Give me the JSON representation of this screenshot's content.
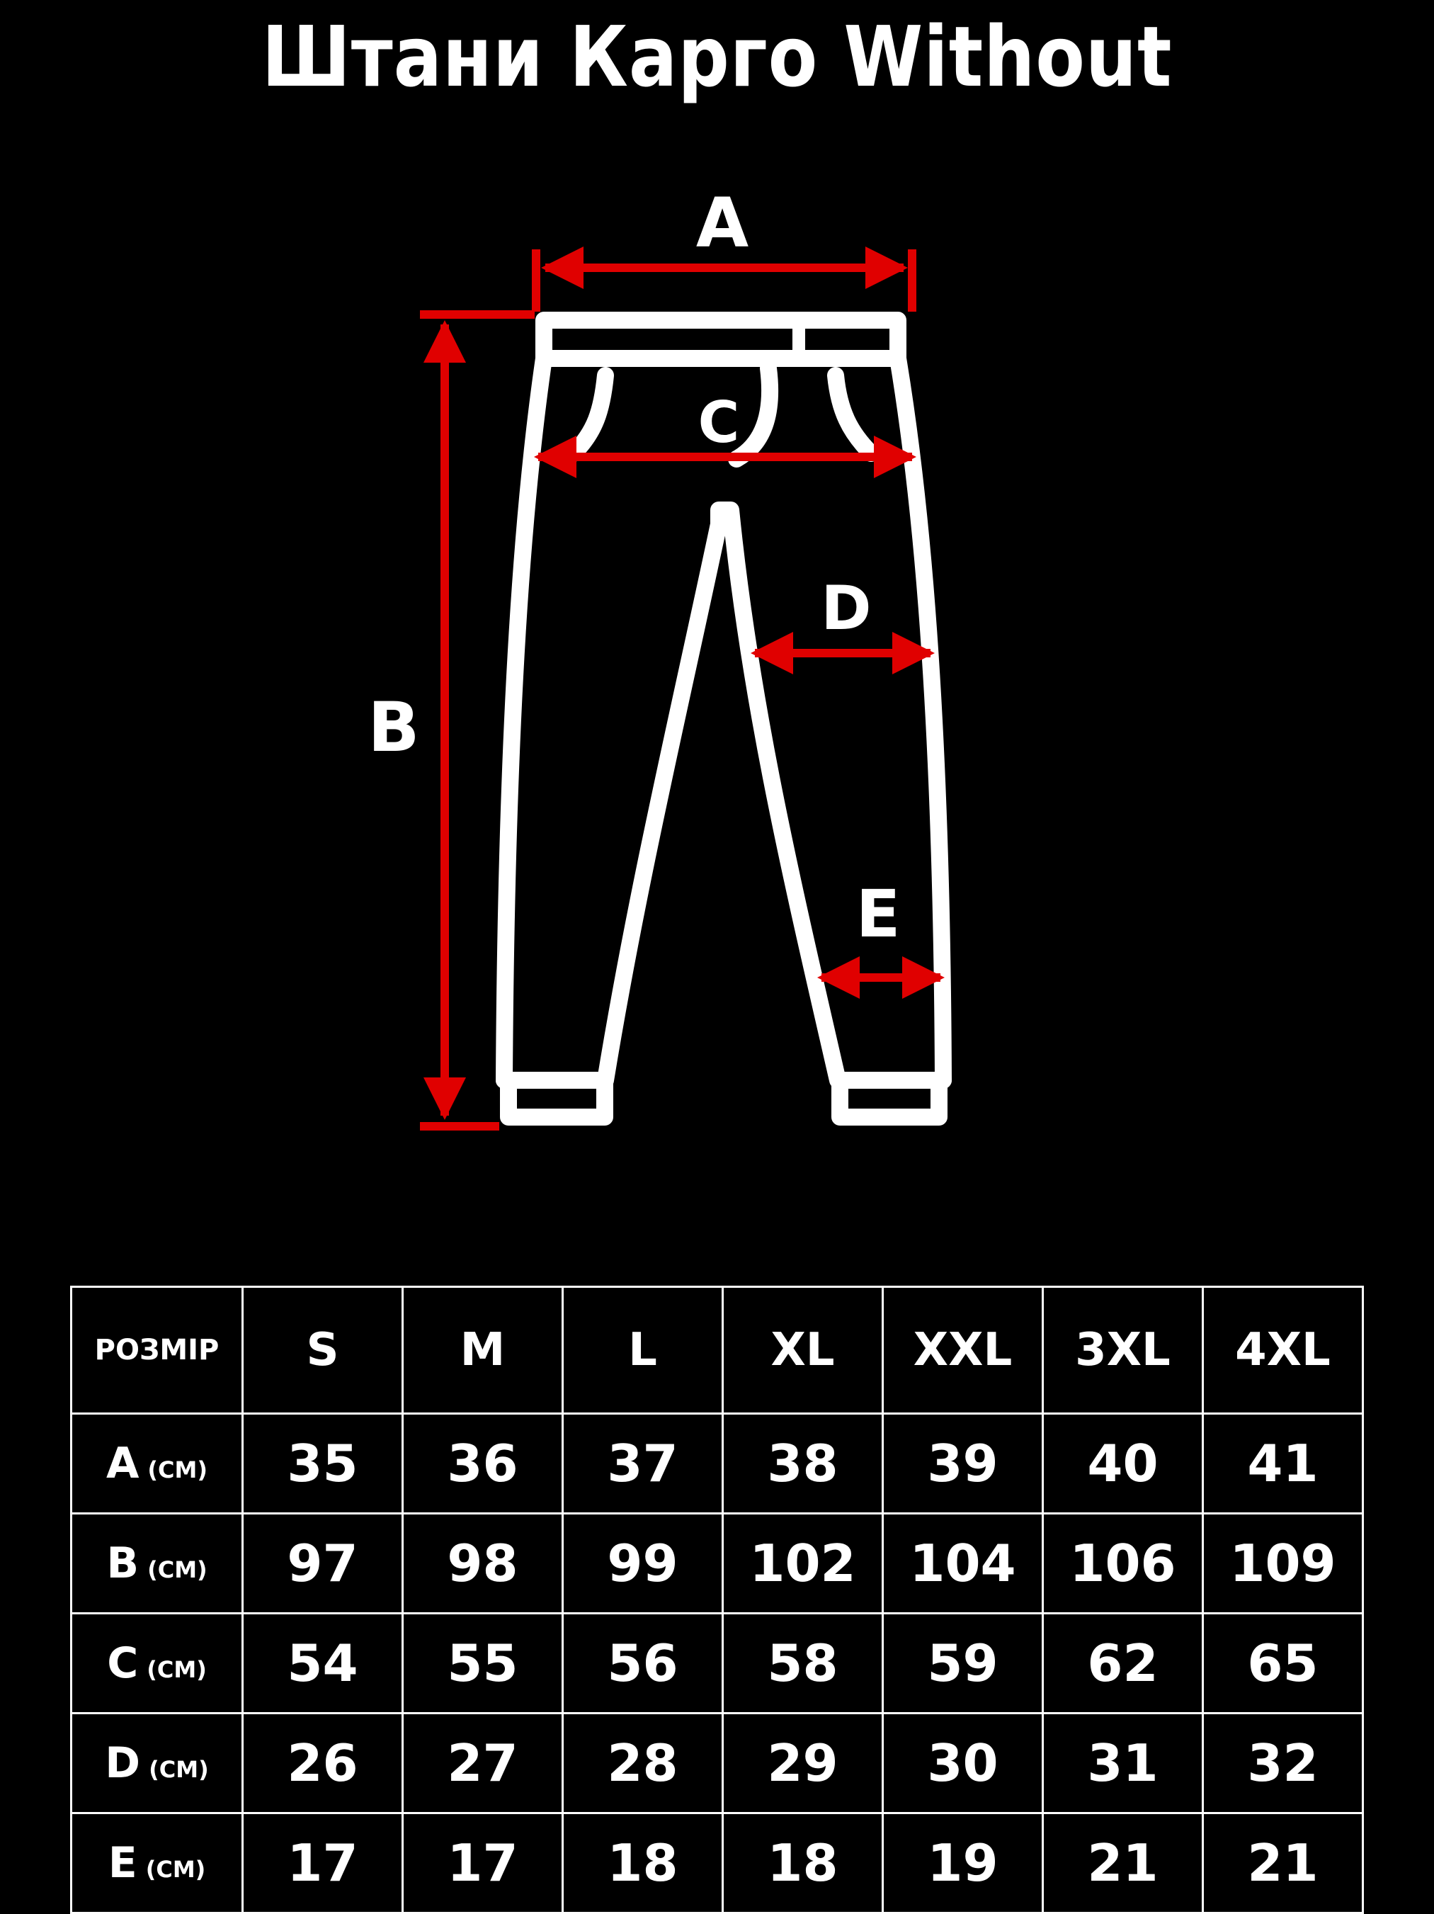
{
  "title": "Штани Карго Without",
  "diagram": {
    "labels": {
      "a": "A",
      "b": "B",
      "c": "C",
      "d": "D",
      "e": "E"
    },
    "colors": {
      "arrow": "#e00000",
      "outline": "#ffffff",
      "background": "#000000"
    }
  },
  "table": {
    "corner_label": "РОЗМІР",
    "sizes": [
      "S",
      "M",
      "L",
      "XL",
      "XXL",
      "3XL",
      "4XL"
    ],
    "unit": "(СМ)",
    "rows": [
      {
        "label": "A",
        "values": [
          "35",
          "36",
          "37",
          "38",
          "39",
          "40",
          "41"
        ]
      },
      {
        "label": "B",
        "values": [
          "97",
          "98",
          "99",
          "102",
          "104",
          "106",
          "109"
        ]
      },
      {
        "label": "C",
        "values": [
          "54",
          "55",
          "56",
          "58",
          "59",
          "62",
          "65"
        ]
      },
      {
        "label": "D",
        "values": [
          "26",
          "27",
          "28",
          "29",
          "30",
          "31",
          "32"
        ]
      },
      {
        "label": "E",
        "values": [
          "17",
          "17",
          "18",
          "18",
          "19",
          "21",
          "21"
        ]
      }
    ]
  }
}
